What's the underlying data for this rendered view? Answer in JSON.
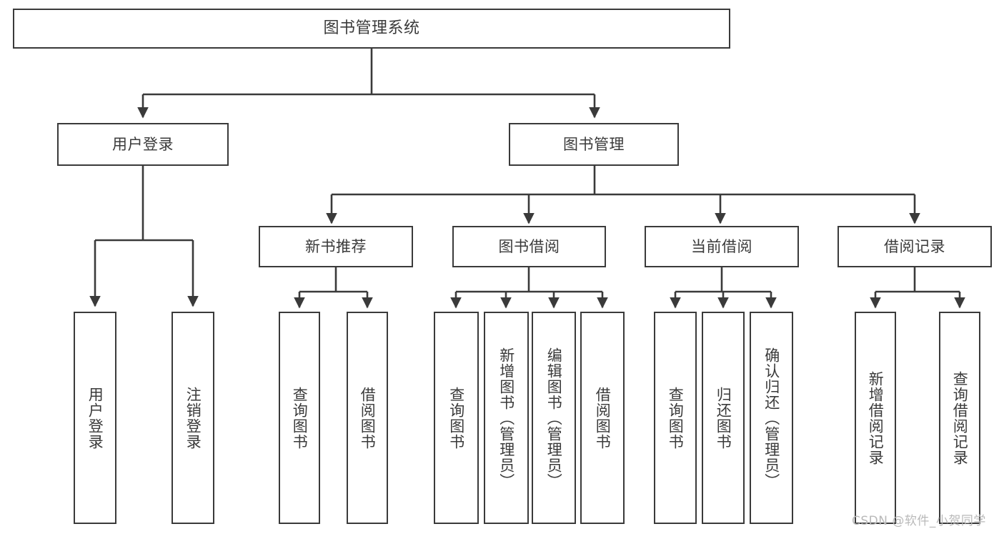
{
  "diagram": {
    "title": "图书管理系统",
    "type": "tree",
    "colors": {
      "stroke": "#3a3a3a",
      "fill": "#ffffff",
      "text": "#3a3a3a",
      "watermark": "#b9b9b9"
    },
    "root": {
      "label": "图书管理系统"
    },
    "level2": [
      {
        "label": "用户登录"
      },
      {
        "label": "图书管理"
      }
    ],
    "level3": [
      {
        "label": "新书推荐"
      },
      {
        "label": "图书借阅"
      },
      {
        "label": "当前借阅"
      },
      {
        "label": "借阅记录"
      }
    ],
    "leaves": {
      "user_login": [
        {
          "label": "用户登录"
        },
        {
          "label": "注销登录"
        }
      ],
      "new_book_recommend": [
        {
          "label": "查询图书"
        },
        {
          "label": "借阅图书"
        }
      ],
      "book_borrow": [
        {
          "label": "查询图书"
        },
        {
          "label": "新增图书（管理员）"
        },
        {
          "label": "编辑图书（管理员）"
        },
        {
          "label": "借阅图书"
        }
      ],
      "current_borrow": [
        {
          "label": "查询图书"
        },
        {
          "label": "归还图书"
        },
        {
          "label": "确认归还（管理员）"
        }
      ],
      "borrow_record": [
        {
          "label": "新增借阅记录"
        },
        {
          "label": "查询借阅记录"
        }
      ]
    }
  },
  "watermark": {
    "text": "CSDN @软件_小贺同学"
  }
}
